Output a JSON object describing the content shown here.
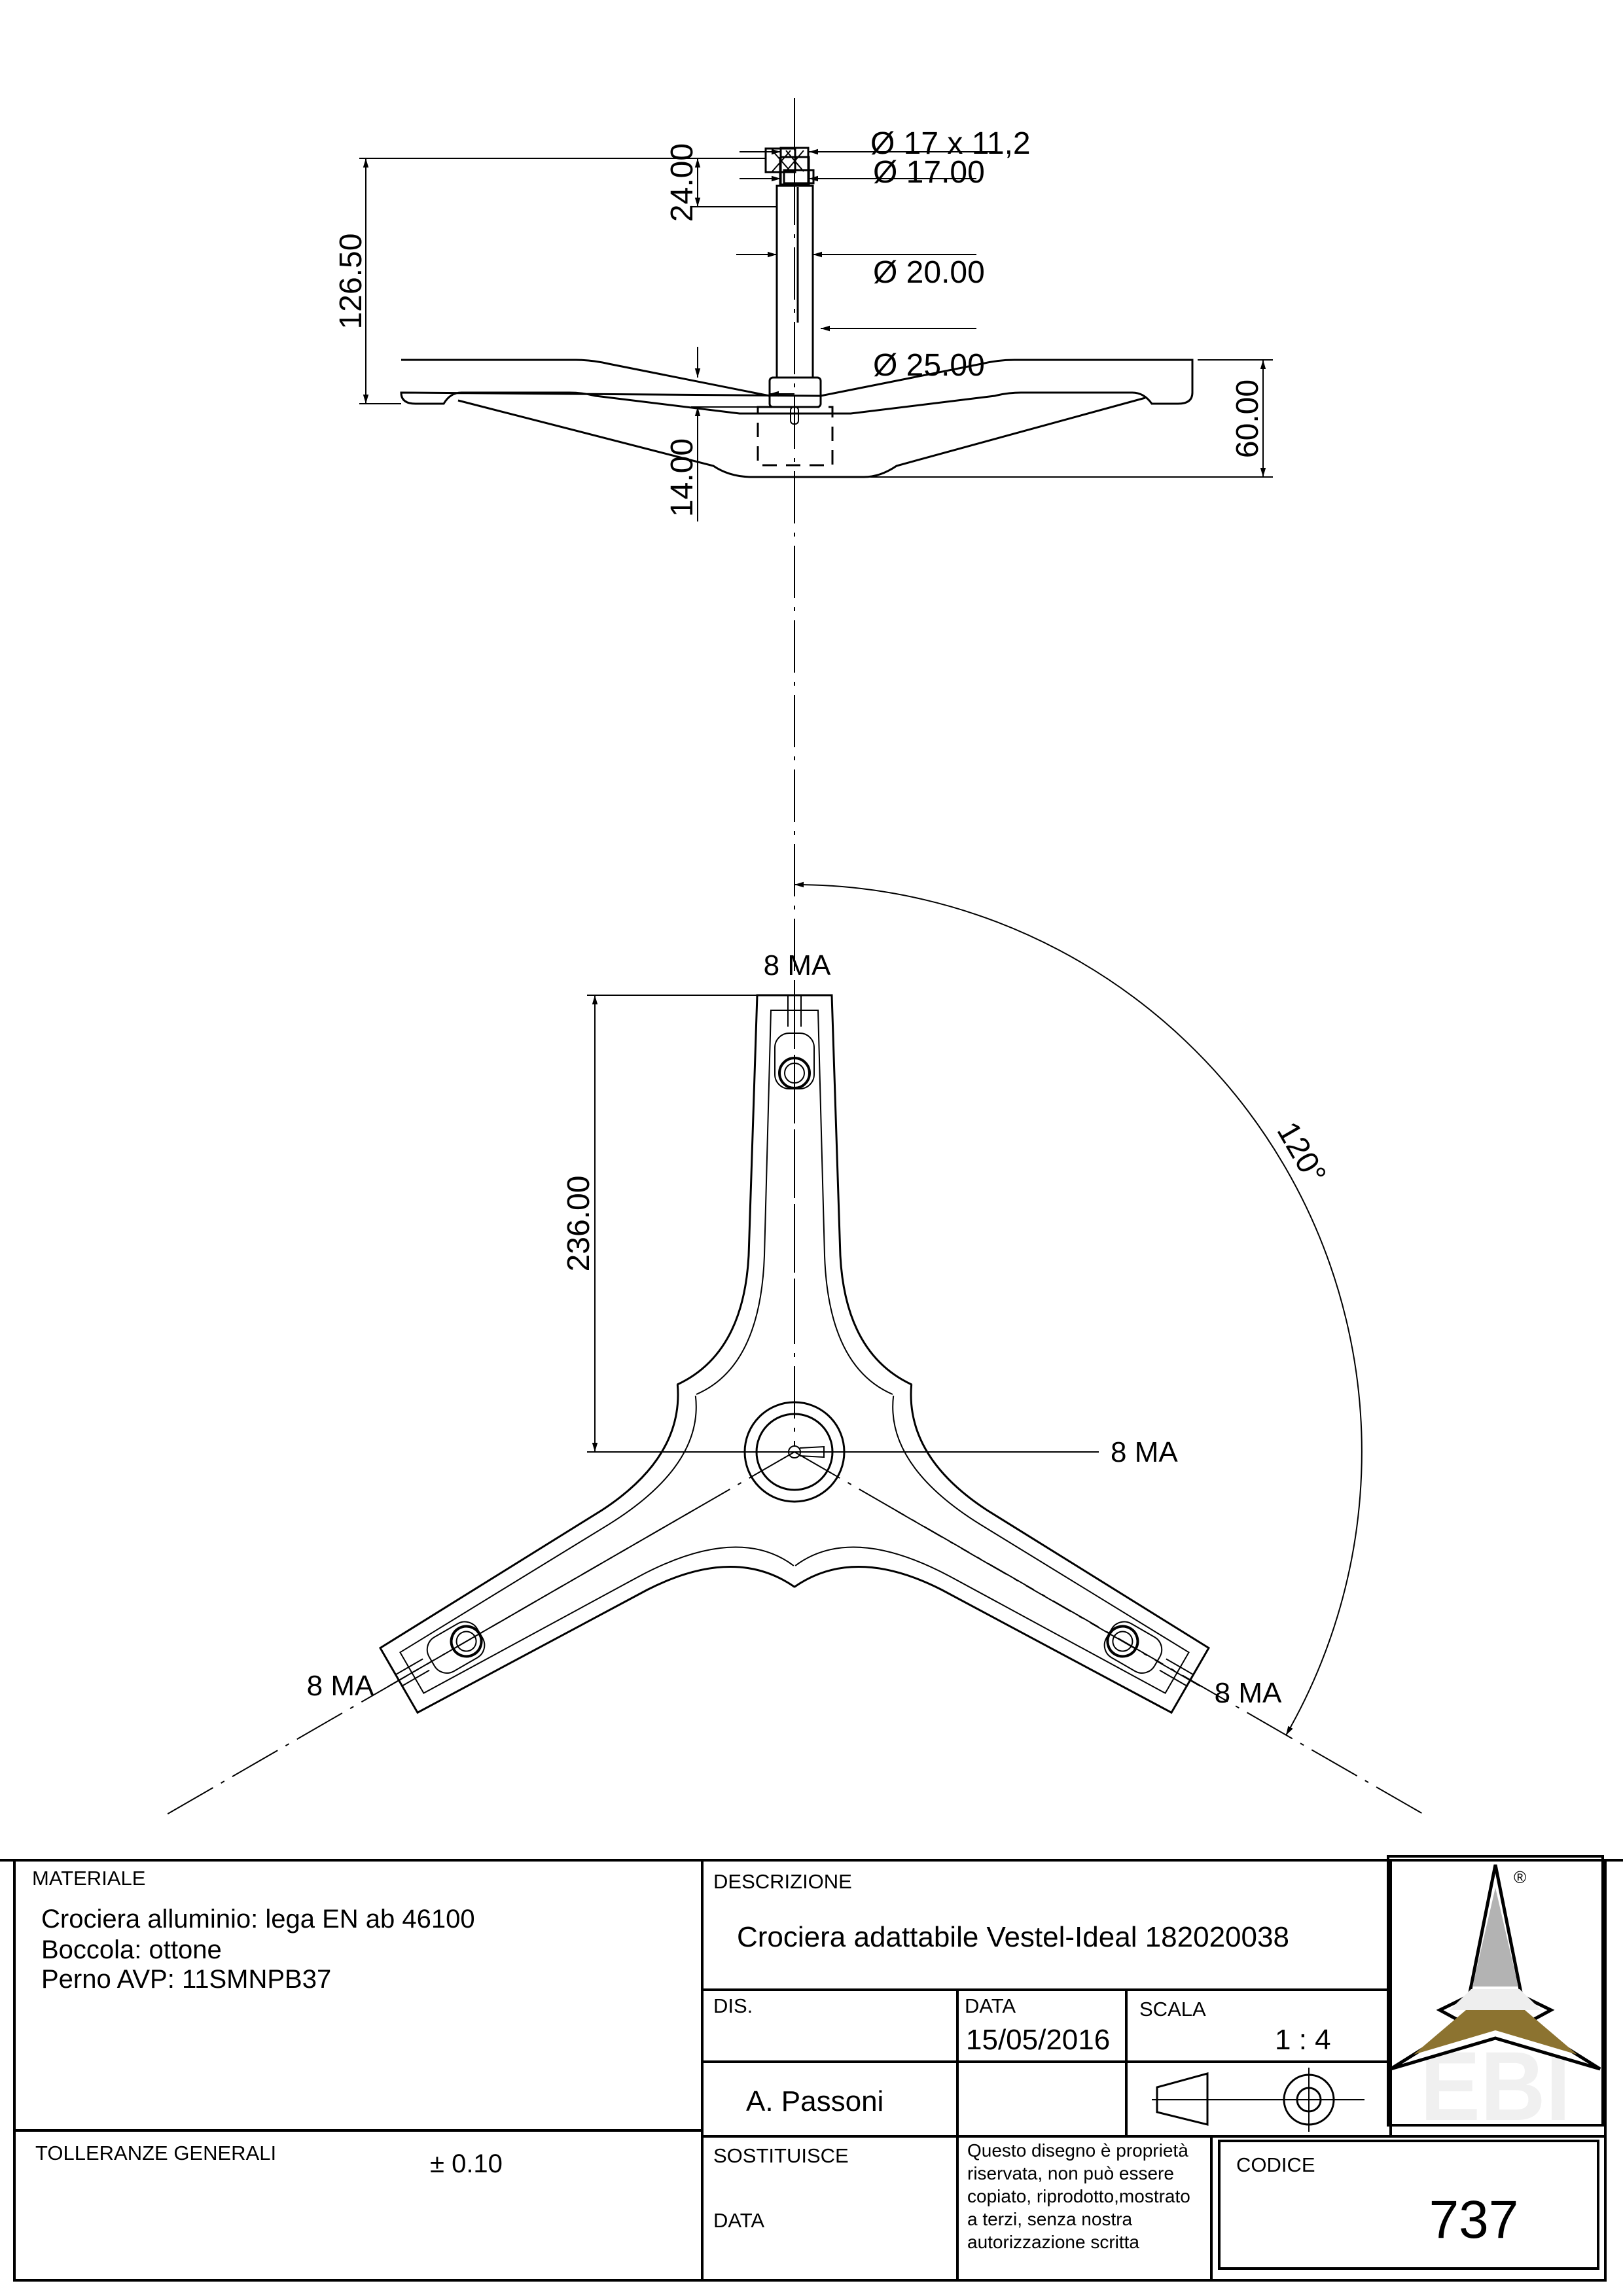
{
  "side_view": {
    "dim_thread": "Ø 17 x 11,2",
    "dim_d17": "Ø 17.00",
    "dim_d20": "Ø 20.00",
    "dim_d25": "Ø 25.00",
    "dim_height_total": "126.50",
    "dim_height_top": "24.00",
    "dim_height_bottom": "14.00",
    "dim_hub_height": "60.00"
  },
  "top_view": {
    "dim_arm_length": "236.00",
    "angle": "120°",
    "thread_top": "8 MA",
    "thread_center": "8 MA",
    "thread_left": "8 MA",
    "thread_right": "8 MA"
  },
  "title_block": {
    "materiale_label": "MATERIALE",
    "materiale_lines": [
      "Crociera alluminio: lega EN ab 46100",
      "Boccola: ottone",
      "Perno AVP: 11SMNPB37"
    ],
    "tolleranze_label": "TOLLERANZE GENERALI",
    "tolleranze_value": "± 0.10",
    "descrizione_label": "DESCRIZIONE",
    "descrizione_value": "Crociera adattabile Vestel-Ideal 182020038",
    "dis_label": "DIS.",
    "dis_value": "A. Passoni",
    "data_label": "DATA",
    "data_value": "15/05/2016",
    "scala_label": "SCALA",
    "scala_value": "1 : 4",
    "sostituisce_label": "SOSTITUISCE",
    "data2_label": "DATA",
    "notice_lines": [
      "Questo disegno è proprietà",
      "riservata, non può essere",
      "copiato, riprodotto,mostrato",
      "a terzi, senza nostra",
      "autorizzazione scritta"
    ],
    "codice_label": "CODICE",
    "codice_value": "737",
    "logo_text": "EBI",
    "logo_registered": "®",
    "colors": {
      "logo_gray": "#b3b3b3",
      "logo_light": "#eeeeee",
      "logo_gold": "#8c7330"
    }
  }
}
